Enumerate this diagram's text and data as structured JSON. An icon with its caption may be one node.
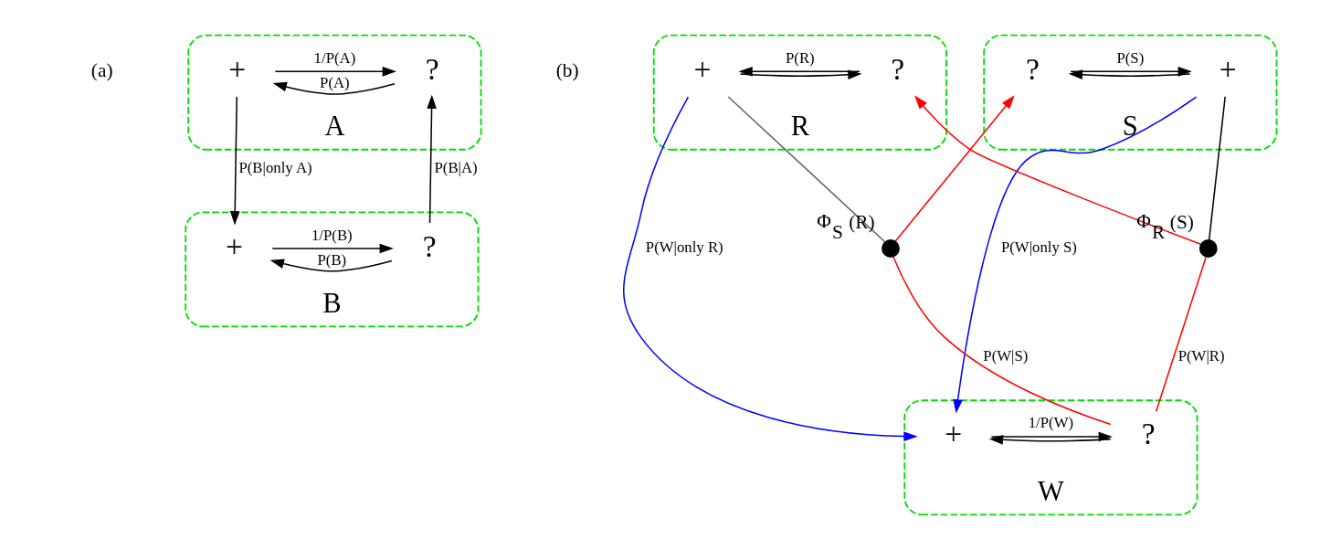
{
  "diagram": {
    "nodes": [
      {
        "text": [
          "A"
        ]
      },
      {
        "text": [
          "+"
        ],
        "in": 0
      },
      {
        "text": [
          "?"
        ],
        "in": 0
      },
      {
        "text": [
          "B"
        ]
      },
      {
        "text": [
          "+"
        ],
        "in": 3
      },
      {
        "text": [
          "?"
        ],
        "in": 3
      },
      {
        "text": [
          "S"
        ]
      },
      {
        "text": [
          "+"
        ],
        "in": 6
      },
      {
        "text": [
          "?"
        ],
        "in": 6
      },
      {
        "text": [
          "R"
        ]
      },
      {
        "text": [
          "+"
        ],
        "in": 9
      },
      {
        "text": [
          "?"
        ],
        "in": 9
      },
      {
        "text": [],
        "shape": "circle",
        "beside": [
          "Φ$_{S}$ (R)"
        ]
      },
      {
        "text": [],
        "shape": "circle",
        "beside": [
          "Φ$_{R}$ (S)"
        ]
      },
      {
        "text": [
          "W"
        ]
      },
      {
        "text": [
          "+"
        ],
        "in": 14
      },
      {
        "text": [
          "?"
        ],
        "in": 14
      }
    ],
    "edges": [
      {
        "from": 2,
        "to": 1,
        "arrow": "to",
        "label": "P(A)"
      },
      {
        "from": 1,
        "to": 2,
        "arrow": "to",
        "label": "1/P(A)"
      },
      {
        "from": 1,
        "to": 4,
        "arrow": "to",
        "label": "P(B|only A)"
      },
      {
        "from": 5,
        "to": 2,
        "arrow": "to",
        "label": "P(B|A)"
      },
      {
        "from": 5,
        "to": 4,
        "arrow": "to",
        "label": "P(B)"
      },
      {
        "from": 4,
        "to": 5,
        "arrow": "to",
        "label": "1/P(B)"
      },
      {
        "from": 8,
        "to": 7,
        "arrow": "to",
        "label": "P(S)"
      },
      {
        "from": 7,
        "to": 8,
        "arrow": "to"
      },
      {
        "from": 11,
        "to": 10,
        "arrow": "to",
        "label": "P(R)"
      },
      {
        "from": 10,
        "to": 11,
        "arrow": "to"
      },
      {
        "from": 16,
        "to": 15,
        "arrow": "to"
      },
      {
        "from": 15,
        "to": 16,
        "arrow": "to",
        "label": "1/P(W)"
      },
      {
        "from": 7,
        "to": 15,
        "arrow": "to",
        "label": "P(W|only S)",
        "color": "#0000ff"
      },
      {
        "from": 10,
        "to": 15,
        "arrow": "to",
        "label": "P(W|only R)",
        "color": "#0000ff"
      },
      {
        "from": 16,
        "to": 12,
        "arrow": "none",
        "label": "P(W|S)",
        "color": "#ff0000"
      },
      {
        "from": 12,
        "to": 8,
        "arrow": "to",
        "color": "#ff0000"
      },
      {
        "from": 10,
        "to": 12,
        "arrow": "none",
        "color": "#666666"
      },
      {
        "from": 16,
        "to": 13,
        "arrow": "none",
        "label": "P(W|R)",
        "color": "#ff0000"
      },
      {
        "from": 13,
        "to": 11,
        "arrow": "to",
        "color": "#ff0000"
      },
      {
        "from": 7,
        "to": 13,
        "arrow": "none"
      }
    ],
    "labels": [
      "(a)",
      "(b)"
    ]
  }
}
